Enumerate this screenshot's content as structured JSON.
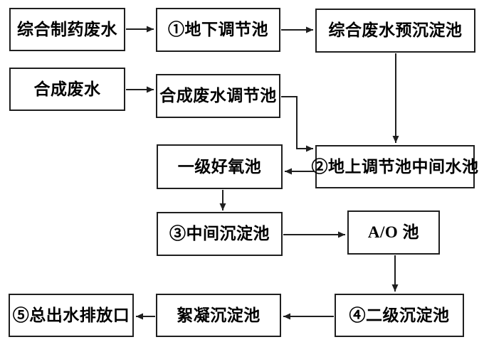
{
  "diagram": {
    "type": "flowchart",
    "description_visible": false
  },
  "colors": {
    "background": "#ffffff",
    "box_border": "#1f1f1f",
    "arrow": "#1f1f1f",
    "text": "#000000"
  },
  "nodes": [
    {
      "id": "comprehensive-pharma-wastewater",
      "label": "综合制药废水"
    },
    {
      "id": "underground-regulating-tank",
      "label": "①地下调节池"
    },
    {
      "id": "comprehensive-presedimentation",
      "label": "综合废水预沉淀池"
    },
    {
      "id": "synthetic-wastewater",
      "label": "合成废水"
    },
    {
      "id": "synthetic-regulating-tank",
      "label": "合成废水调节池"
    },
    {
      "id": "primary-aerobic-tank",
      "label": "一级好氧池"
    },
    {
      "id": "aboveground-regulating-tank",
      "label": "②地上调节池中间水池"
    },
    {
      "id": "intermediate-sedimentation",
      "label": "③中间沉淀池"
    },
    {
      "id": "ao-tank",
      "label": "A/O 池"
    },
    {
      "id": "secondary-sedimentation",
      "label": "④二级沉淀池"
    },
    {
      "id": "flocculation-sedimentation",
      "label": "絮凝沉淀池"
    },
    {
      "id": "total-outlet-discharge",
      "label": "⑤总出水排放口"
    }
  ],
  "edges": [
    {
      "from": "综合制药废水",
      "to": "①地下调节池"
    },
    {
      "from": "①地下调节池",
      "to": "综合废水预沉淀池"
    },
    {
      "from": "综合废水预沉淀池",
      "to": "②地上调节池中间水池"
    },
    {
      "from": "合成废水",
      "to": "合成废水调节池"
    },
    {
      "from": "合成废水调节池",
      "to": "②地上调节池中间水池"
    },
    {
      "from": "②地上调节池中间水池",
      "to": "一级好氧池"
    },
    {
      "from": "一级好氧池",
      "to": "③中间沉淀池"
    },
    {
      "from": "③中间沉淀池",
      "to": "A/O 池"
    },
    {
      "from": "A/O 池",
      "to": "④二级沉淀池"
    },
    {
      "from": "④二级沉淀池",
      "to": "絮凝沉淀池"
    },
    {
      "from": "絮凝沉淀池",
      "to": "⑤总出水排放口"
    }
  ]
}
